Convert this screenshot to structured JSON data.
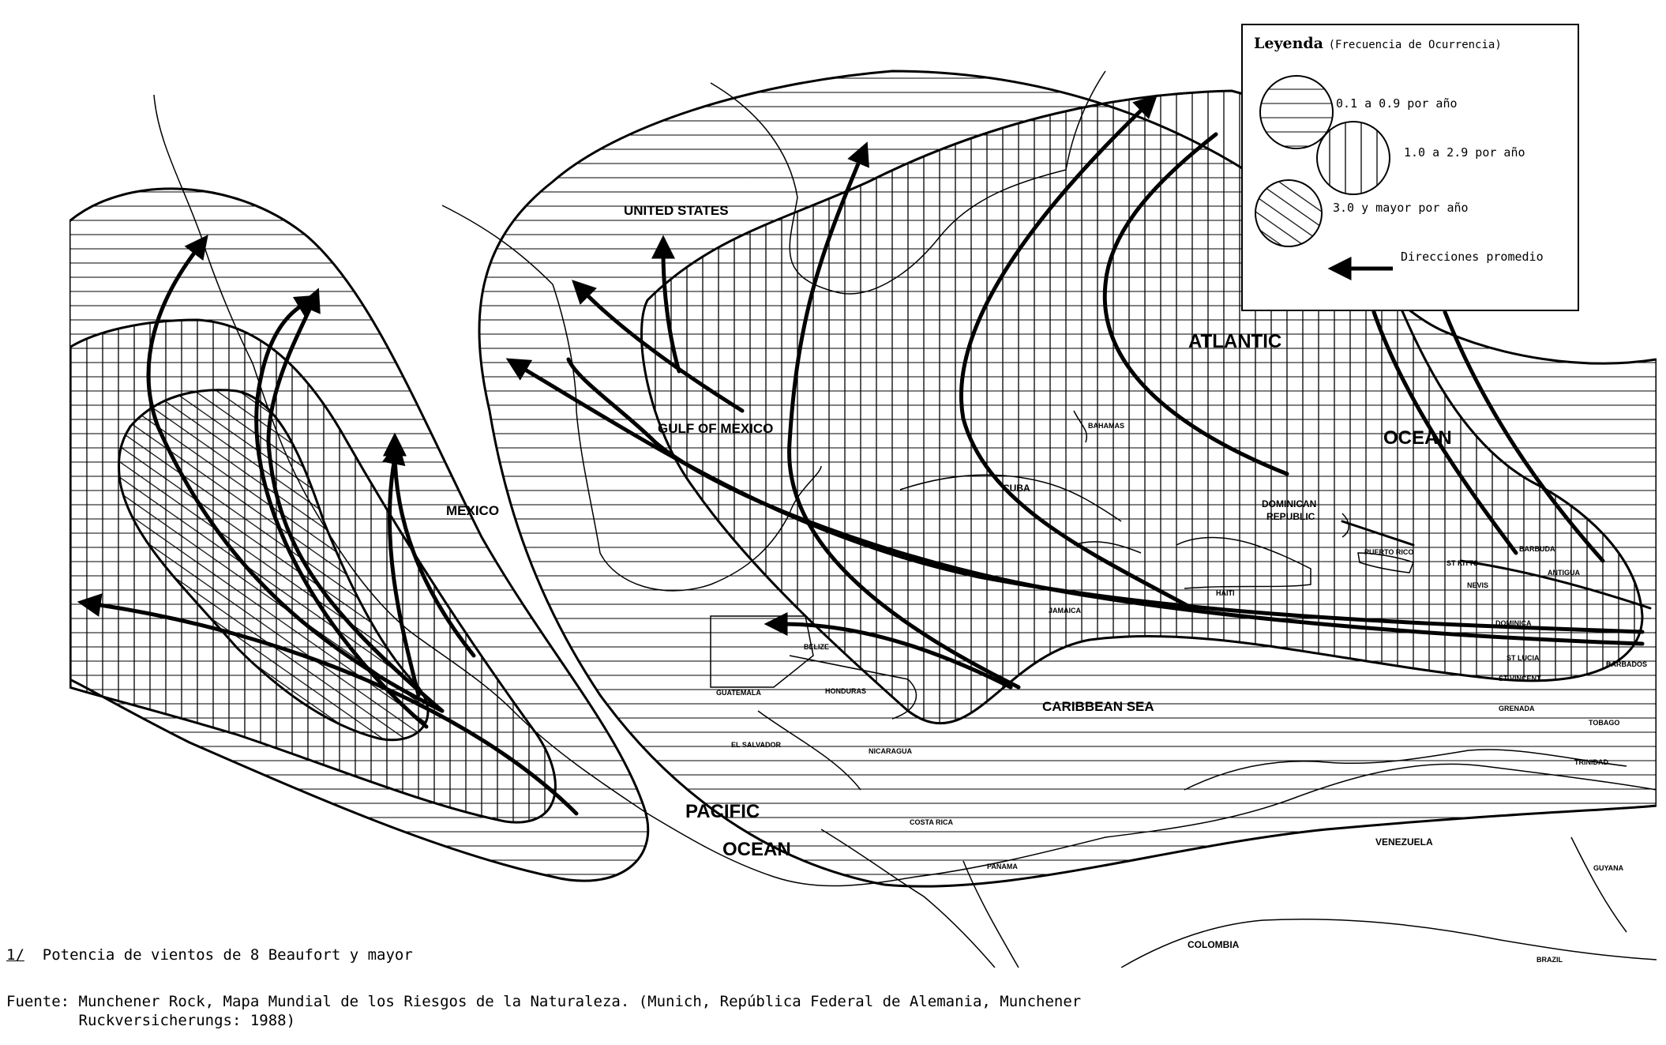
{
  "map": {
    "labels": {
      "united_states": "UNITED STATES",
      "mexico": "MEXICO",
      "gulf_of_mexico": "GULF OF MEXICO",
      "atlantic": "ATLANTIC",
      "ocean_atlantic": "OCEAN",
      "pacific": "PACIFIC",
      "ocean_pacific": "OCEAN",
      "caribbean_sea": "CARIBBEAN SEA",
      "cuba": "CUBA",
      "bahamas": "BAHAMAS",
      "jamaica": "JAMAICA",
      "haiti": "HAITI",
      "dominican_1": "DOMINICAN",
      "dominican_2": "REPUBLIC",
      "puerto_rico": "PUERTO RICO",
      "st_kitts": "ST KITTS",
      "nevis": "NEVIS",
      "barbuda": "BARBUDA",
      "antigua": "ANTIGUA",
      "dominica": "DOMINICA",
      "st_lucia": "ST LUCIA",
      "st_vincent": "ST VINCENT",
      "barbados": "BARBADOS",
      "grenada": "GRENADA",
      "tobago": "TOBAGO",
      "trinidad": "TRINIDAD",
      "belize": "BELIZE",
      "guatemala": "GUATEMALA",
      "honduras": "HONDURAS",
      "el_salvador": "EL SALVADOR",
      "nicaragua": "NICARAGUA",
      "costa_rica": "COSTA RICA",
      "panama": "PANAMA",
      "venezuela": "VENEZUELA",
      "guyana": "GUYANA",
      "colombia": "COLOMBIA",
      "brazil": "BRAZIL"
    }
  },
  "legend": {
    "title": "Leyenda",
    "title_sub": "(Frecuencia de Ocurrencia)",
    "items": [
      {
        "label": "0.1 a 0.9 por año",
        "pattern": "horizontal-lines"
      },
      {
        "label": "1.0 a 2.9 por año",
        "pattern": "vertical-lines"
      },
      {
        "label": "3.0 y mayor por año",
        "pattern": "diagonal-lines"
      }
    ],
    "arrow_label": "Direcciones promedio"
  },
  "footnote": {
    "marker": "1/",
    "text": "  Potencia de vientos de 8 Beaufort y mayor"
  },
  "source": {
    "line1": "Fuente: Munchener Rock, Mapa Mundial de los Riesgos de la Naturaleza. (Munich, República Federal de Alemania, Munchener",
    "line2": "        Ruckversicherungs: 1988)"
  }
}
